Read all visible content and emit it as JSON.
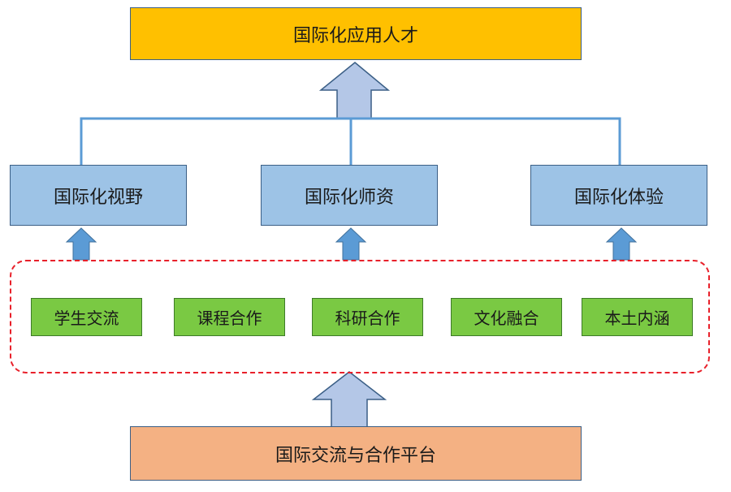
{
  "top": {
    "label": "国际化应用人才"
  },
  "middle": [
    {
      "label": "国际化视野"
    },
    {
      "label": "国际化师资"
    },
    {
      "label": "国际化体验"
    }
  ],
  "activities": [
    {
      "label": "学生交流"
    },
    {
      "label": "课程合作"
    },
    {
      "label": "科研合作"
    },
    {
      "label": "文化融合"
    },
    {
      "label": "本土内涵"
    }
  ],
  "bottom": {
    "label": "国际交流与合作平台"
  }
}
